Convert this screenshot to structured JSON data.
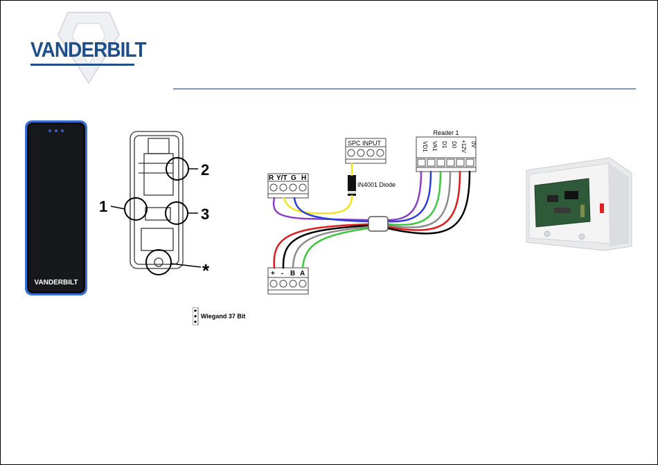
{
  "brand": {
    "name": "VANDERBILT",
    "color": "#1e4f8c"
  },
  "reader_device": {
    "brand_label": "VANDERBILT",
    "led_color": "#3b6fd8"
  },
  "reader_back": {
    "callouts": [
      "1",
      "2",
      "3",
      "*"
    ]
  },
  "wiring": {
    "spc_input": {
      "label": "SPC INPUT"
    },
    "diode": {
      "label": "IN4001 Diode"
    },
    "reader_block": {
      "title": "Reader 1",
      "terminals": [
        "VD1",
        "VA1",
        "D1",
        "D0",
        "+12V",
        "0V"
      ]
    },
    "left_block_top": {
      "terminals": [
        "R",
        "Y/T",
        "G",
        "H"
      ]
    },
    "left_block_bottom": {
      "terminals": [
        "+",
        "-",
        "B",
        "A"
      ]
    },
    "wire_colors": {
      "purple": "#8a3fc7",
      "blue": "#2b3fd8",
      "green": "#3cc83c",
      "gray": "#8c8c8c",
      "red": "#e01b1b",
      "black": "#000000",
      "yellow": "#f5e21a"
    }
  },
  "jumper": {
    "label": "Wiegand 37 Bit"
  }
}
